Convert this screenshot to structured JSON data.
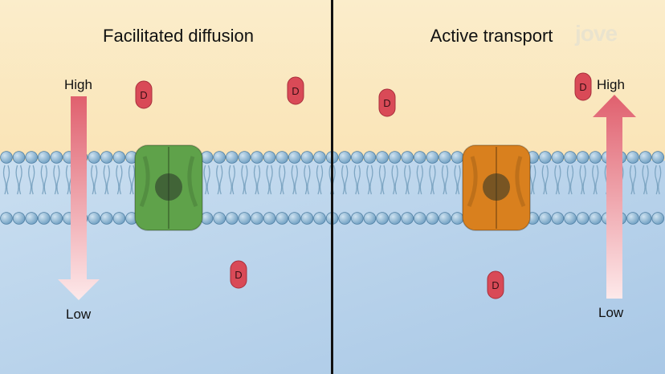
{
  "panels": {
    "left": {
      "title": "Facilitated diffusion",
      "high_label": "High",
      "low_label": "Low",
      "carrier_color": "#5fa24a"
    },
    "right": {
      "title": "Active transport",
      "high_label": "High",
      "low_label": "Low",
      "carrier_color": "#d9801e"
    }
  },
  "molecule_label": "D",
  "logo": "jove",
  "colors": {
    "extracellular": "#fbe9c4",
    "cytoplasm": "#b9d6ec",
    "lipid_head": "#8fb9d6",
    "molecule": "#d94a57",
    "arrow": "#e0606e"
  }
}
